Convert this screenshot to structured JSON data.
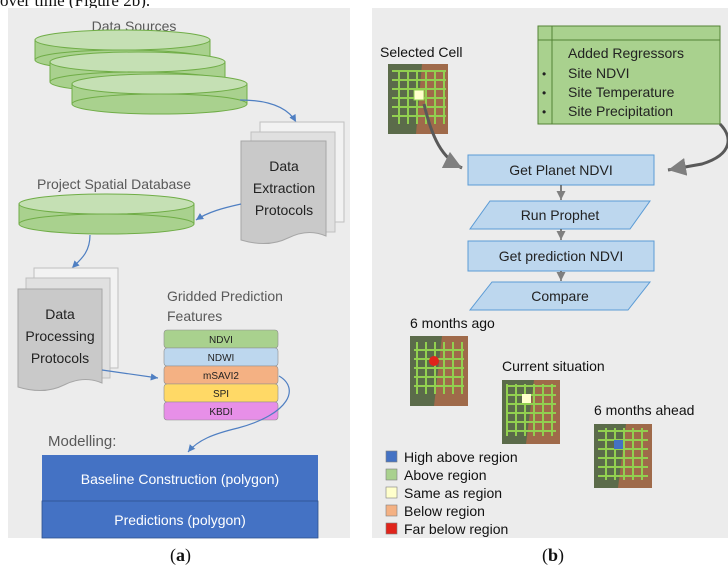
{
  "page_top_text": "over time (Figure 2b).",
  "panel_a": {
    "data_sources": "Data Sources",
    "data_extraction": [
      "Data",
      "Extraction",
      "Protocols"
    ],
    "project_db": "Project Spatial Database",
    "data_processing": [
      "Data",
      "Processing",
      "Protocols"
    ],
    "gridded_features": [
      "Gridded Prediction",
      "Features"
    ],
    "layers": [
      {
        "label": "NDVI",
        "color": "#a9d18e"
      },
      {
        "label": "NDWI",
        "color": "#bdd7ee"
      },
      {
        "label": "mSAVI2",
        "color": "#f4b183"
      },
      {
        "label": "SPI",
        "color": "#ffd966"
      },
      {
        "label": "KBDI",
        "color": "#e78fe8"
      }
    ],
    "modelling": "Modelling:",
    "baseline": "Baseline Construction (polygon)",
    "predictions": "Predictions (polygon)",
    "caption": "a"
  },
  "panel_b": {
    "selected_cell": "Selected Cell",
    "added_regressors_title": "Added Regressors",
    "regressors": [
      "Site NDVI",
      "Site Temperature",
      "Site Precipitation"
    ],
    "bullet": "•",
    "steps": [
      "Get Planet NDVI",
      "Run Prophet",
      "Get prediction NDVI",
      "Compare"
    ],
    "six_months_ago": "6 months ago",
    "current_situation": "Current situation",
    "six_months_ahead": "6 months ahead",
    "legend": [
      {
        "label": "High above region",
        "color": "#4472c4"
      },
      {
        "label": "Above region",
        "color": "#a9d18e"
      },
      {
        "label": "Same as region",
        "color": "#ffffcc"
      },
      {
        "label": "Below region",
        "color": "#f4b183"
      },
      {
        "label": "Far below region",
        "color": "#e0241b"
      }
    ],
    "caption": "b"
  }
}
